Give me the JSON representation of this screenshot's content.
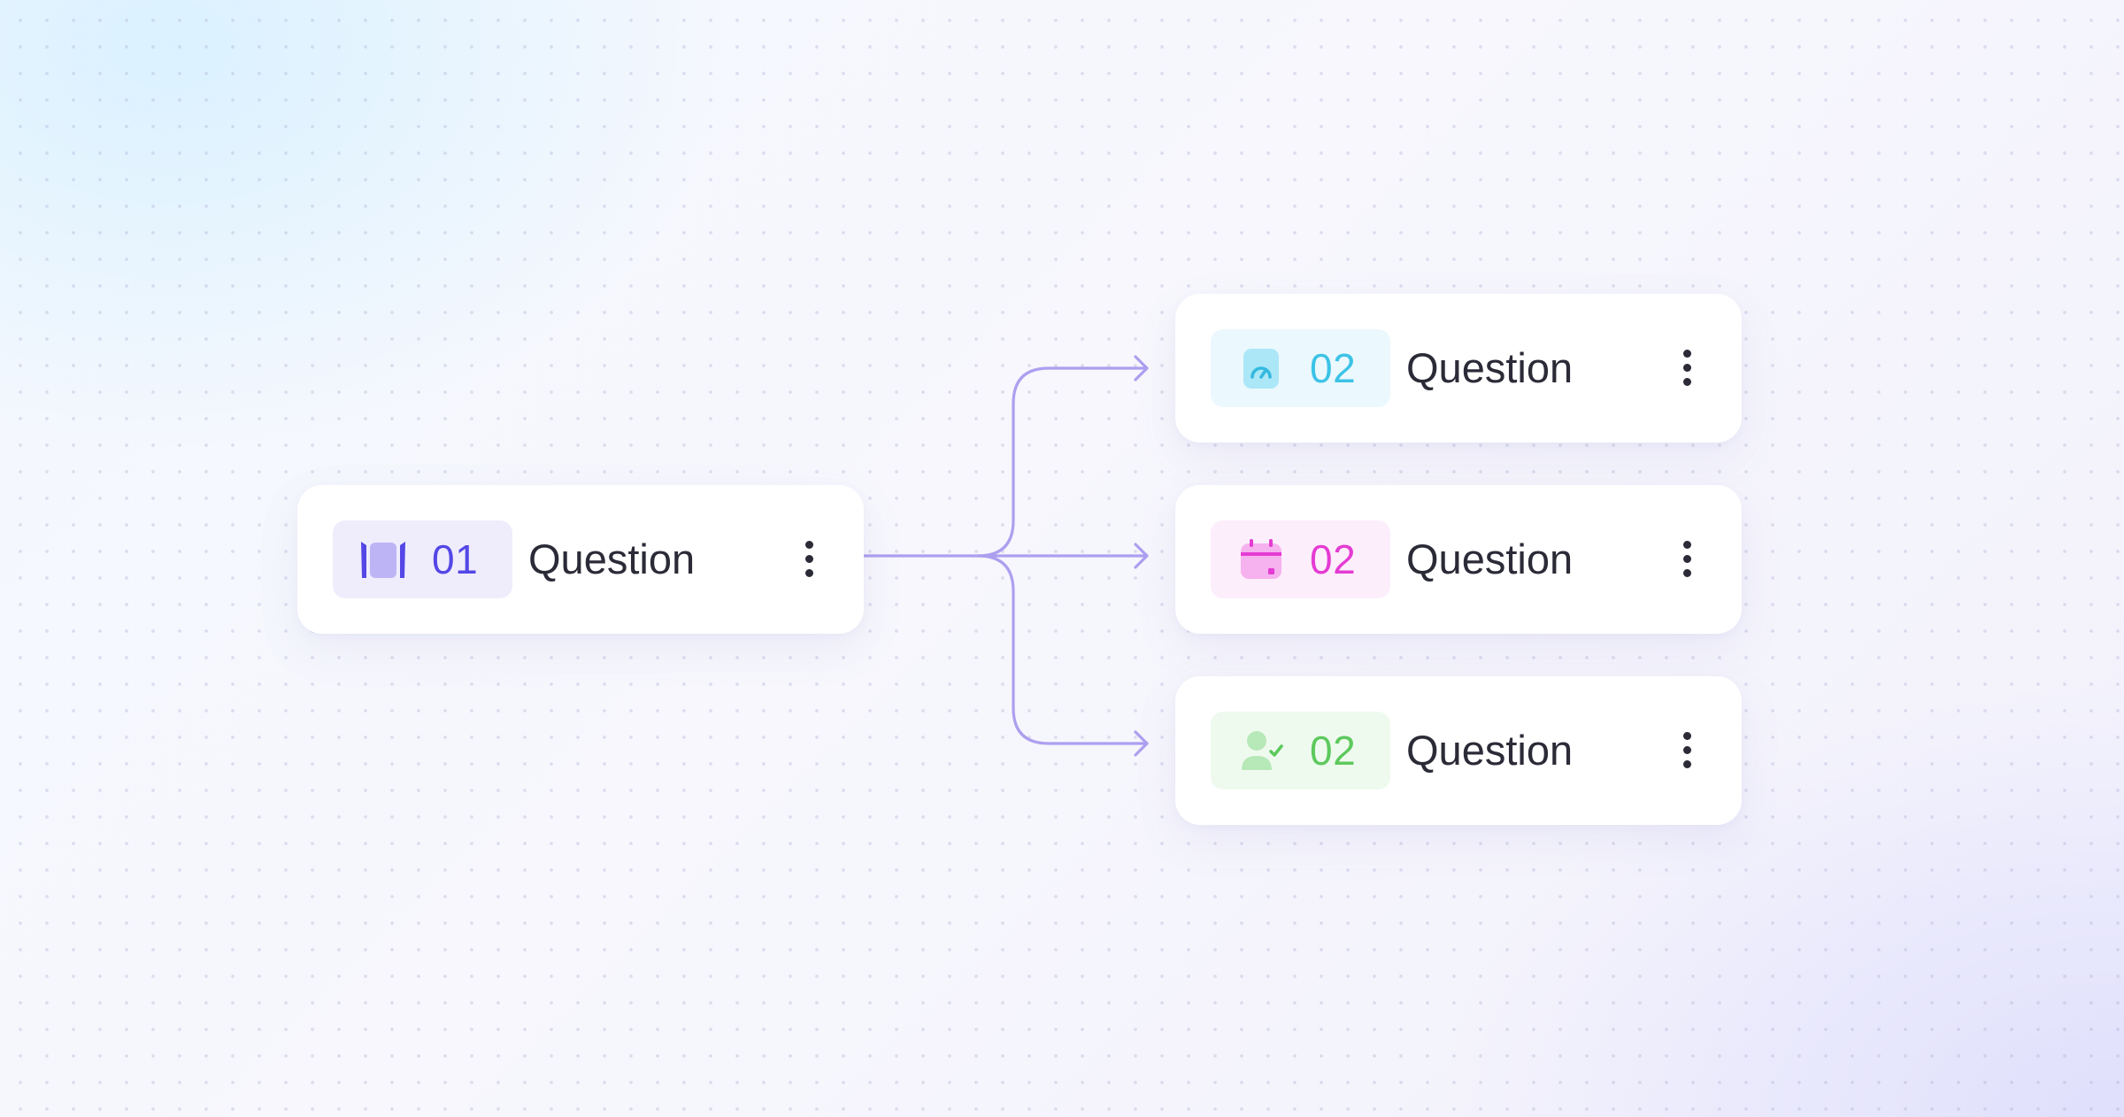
{
  "nodes": [
    {
      "id": "root",
      "number": "01",
      "label": "Question",
      "icon": "contact-card-icon",
      "accent": "#5447e6",
      "badge_bg": "#efedfc"
    },
    {
      "id": "branch-top",
      "number": "02",
      "label": "Question",
      "icon": "gauge-icon",
      "accent": "#3cc3e6",
      "badge_bg": "#ebf8fd"
    },
    {
      "id": "branch-middle",
      "number": "02",
      "label": "Question",
      "icon": "calendar-icon",
      "accent": "#e43bd3",
      "badge_bg": "#fdeefc"
    },
    {
      "id": "branch-bottom",
      "number": "02",
      "label": "Question",
      "icon": "user-check-icon",
      "accent": "#5dc95d",
      "badge_bg": "#effaef"
    }
  ],
  "connector_color": "#ad9fef"
}
